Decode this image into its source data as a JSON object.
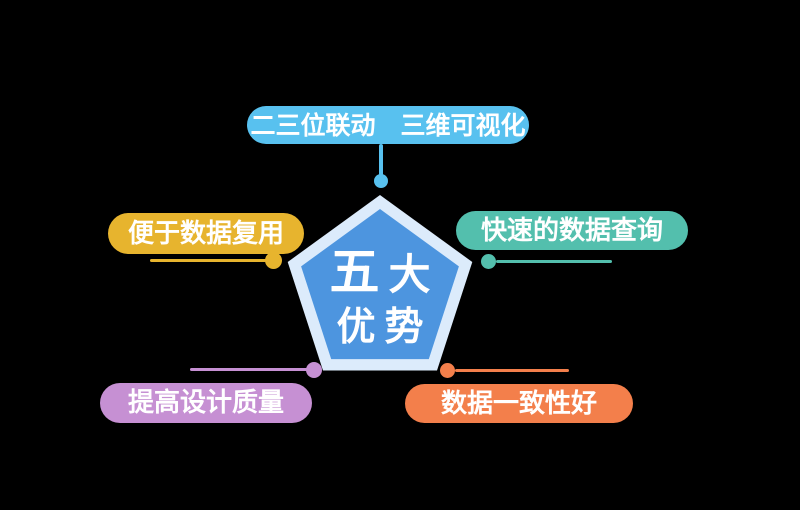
{
  "background": "#000000",
  "center_badge": {
    "line1": "五大",
    "line2": "优势",
    "fill_color": "#4D95DF",
    "border_color": "#DCEBFB",
    "text_color": "#FFFFFF"
  },
  "advantages": [
    {
      "position": "top",
      "label": "二三位联动　三维可视化",
      "color": "#58C1EF"
    },
    {
      "position": "left",
      "label": "便于数据复用",
      "color": "#E7B42E"
    },
    {
      "position": "right",
      "label": "快速的数据查询",
      "color": "#53BFAD"
    },
    {
      "position": "bottom-left",
      "label": "提高设计质量",
      "color": "#C690D3"
    },
    {
      "position": "bottom-right",
      "label": "数据一致性好",
      "color": "#F37F4B"
    }
  ]
}
